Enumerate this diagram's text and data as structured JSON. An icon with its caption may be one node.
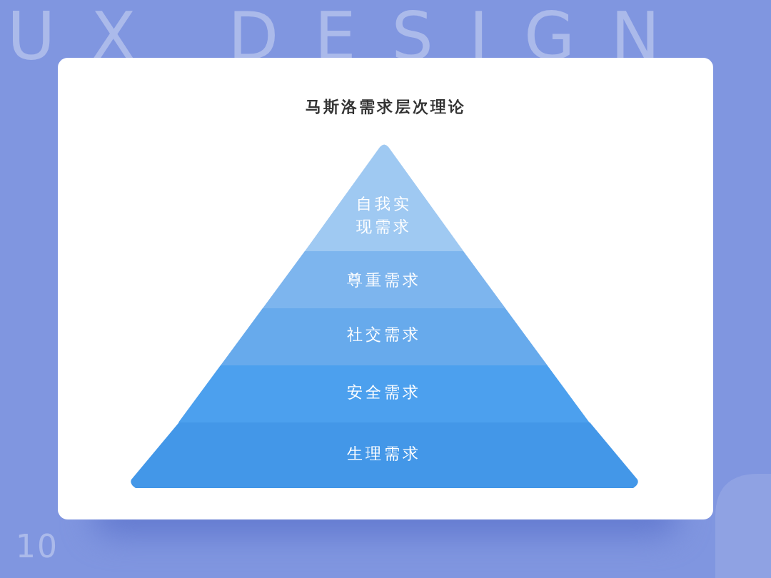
{
  "diagram": {
    "title": "马斯洛需求层次理论",
    "nodes": [
      {
        "text": [
          "自我实现需求"
        ]
      },
      {
        "text": [
          "尊重需求"
        ]
      },
      {
        "text": [
          "社交需求"
        ]
      },
      {
        "text": [
          "安全需求"
        ]
      },
      {
        "text": [
          "生理需求"
        ]
      }
    ],
    "edges": [],
    "labels": [
      "UX DESIGN",
      "10"
    ]
  }
}
